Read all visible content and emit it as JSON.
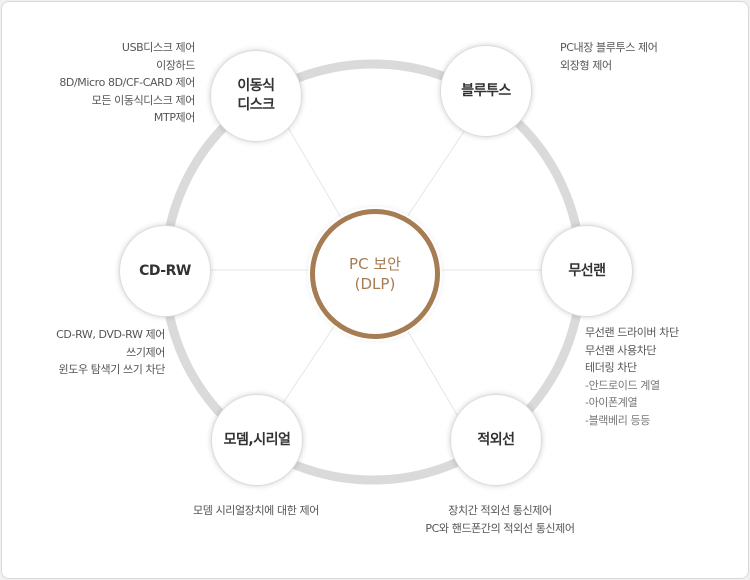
{
  "center": {
    "label": "PC 보안\n(DLP)"
  },
  "nodes": {
    "removable": {
      "label": "이동식\n디스크"
    },
    "bluetooth": {
      "label": "블루투스"
    },
    "wifi": {
      "label": "무선랜"
    },
    "infrared": {
      "label": "적외선"
    },
    "modem": {
      "label": "모뎀,시리얼"
    },
    "cdrw": {
      "label": "CD-RW"
    }
  },
  "descriptions": {
    "removable": [
      "USB디스크 제어",
      "이장하드",
      "8D/Micro 8D/CF-CARD 제어",
      "모든 이동식디스크 제어",
      "MTP제어"
    ],
    "bluetooth": [
      "PC내장 블루투스 제어",
      "외장형 제어"
    ],
    "wifi": [
      "무선랜 드라이버 차단",
      "무선랜 사용차단",
      "테더링 차단"
    ],
    "wifi_sub": [
      "-안드로이드 계열",
      "-아이폰계열",
      "-블랙베리 등등"
    ],
    "infrared": [
      "장치간 적외선 통신제어",
      "PC와 핸드폰간의 적외선 통신제어"
    ],
    "modem": [
      "모뎀 시리얼장치에 대한 제어"
    ],
    "cdrw": [
      "CD-RW, DVD-RW 제어",
      "쓰기제어",
      "윈도우 탐색기 쓰기 차단"
    ]
  },
  "colors": {
    "accent": "#a67c52",
    "ring": "#dadada"
  }
}
